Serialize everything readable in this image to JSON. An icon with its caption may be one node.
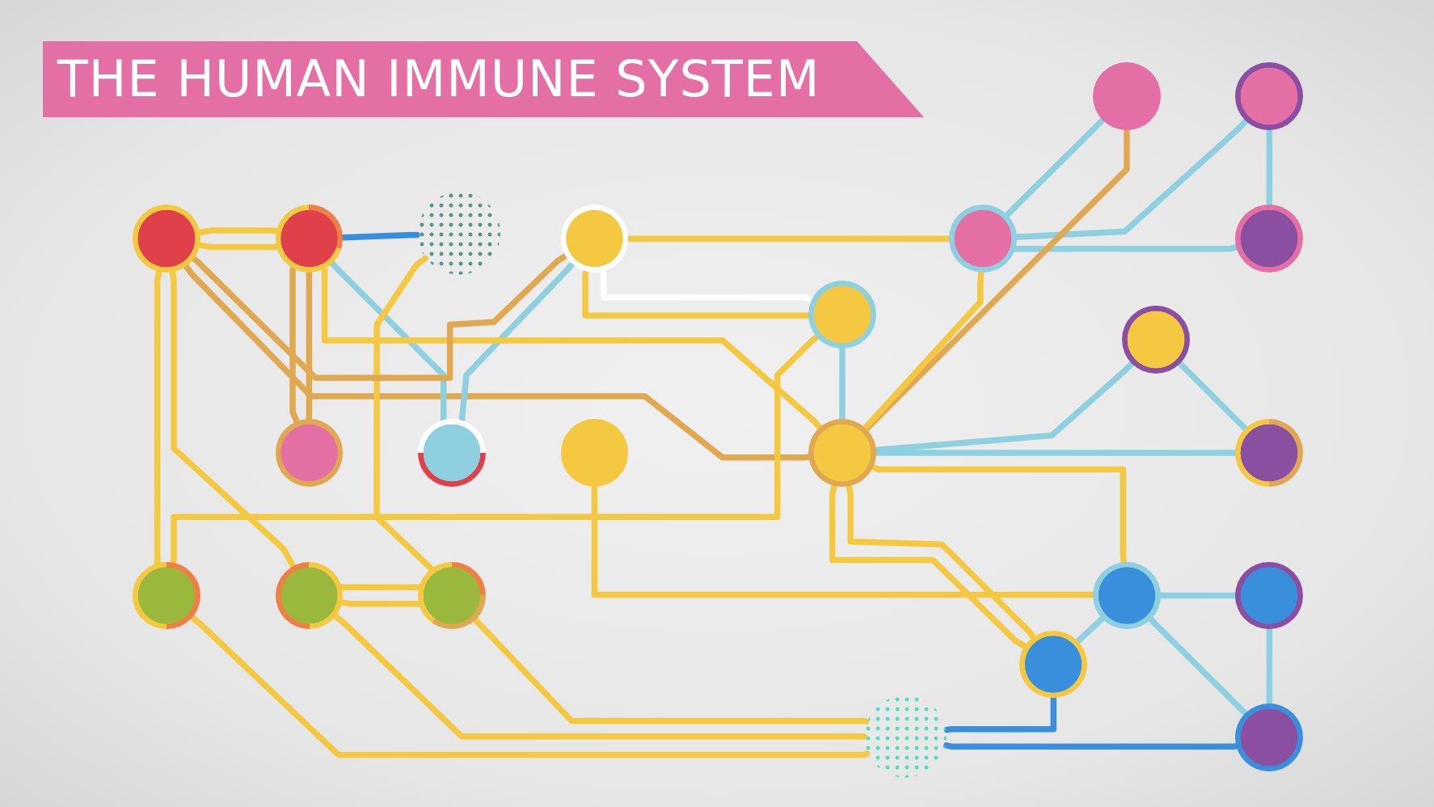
{
  "diagram": {
    "title": "THE HUMAN IMMUNE SYSTEM",
    "nodes": [
      {
        "text": [],
        "shape": "circle"
      },
      {
        "text": [],
        "shape": "circle"
      },
      {
        "text": [],
        "shape": "circle"
      },
      {
        "text": [],
        "shape": "circle"
      },
      {
        "text": [],
        "shape": "circle"
      },
      {
        "text": [],
        "shape": "circle"
      },
      {
        "text": [],
        "shape": "circle"
      },
      {
        "text": [],
        "shape": "circle"
      },
      {
        "text": [],
        "shape": "circle"
      },
      {
        "text": [],
        "shape": "circle"
      },
      {
        "text": [],
        "shape": "circle"
      },
      {
        "text": [],
        "shape": "circle"
      },
      {
        "text": [],
        "shape": "circle"
      },
      {
        "text": [],
        "shape": "circle"
      },
      {
        "text": [],
        "shape": "circle"
      },
      {
        "text": [],
        "shape": "circle"
      },
      {
        "text": [],
        "shape": "circle"
      },
      {
        "text": [],
        "shape": "circle"
      },
      {
        "text": [],
        "shape": "circle"
      },
      {
        "text": [],
        "shape": "circle"
      },
      {
        "text": [],
        "shape": "circle"
      },
      {
        "text": [],
        "shape": "circle"
      },
      {
        "text": [],
        "shape": "circle"
      }
    ],
    "edges": [
      {
        "from": 2,
        "to": 3,
        "arrow": "none"
      },
      {
        "from": 2,
        "to": 3,
        "arrow": "none"
      },
      {
        "from": 3,
        "to": 4,
        "arrow": "none",
        "color": "#3a8fdc"
      },
      {
        "from": 5,
        "to": 6,
        "arrow": "none"
      },
      {
        "from": 5,
        "to": 8,
        "arrow": "none",
        "color": "#ffffff"
      },
      {
        "from": 5,
        "to": 8,
        "arrow": "none"
      },
      {
        "from": 6,
        "to": 0,
        "arrow": "none",
        "color": "#8fd0e0"
      },
      {
        "from": 6,
        "to": 1,
        "arrow": "none",
        "color": "#8fd0e0"
      },
      {
        "from": 6,
        "to": 7,
        "arrow": "none",
        "color": "#8fd0e0"
      },
      {
        "from": 1,
        "to": 7,
        "arrow": "none",
        "color": "#8fd0e0"
      },
      {
        "from": 0,
        "to": 13,
        "arrow": "none",
        "color": "#e0a850"
      },
      {
        "from": 6,
        "to": 13,
        "arrow": "none"
      },
      {
        "from": 8,
        "to": 13,
        "arrow": "none",
        "color": "#8fd0e0"
      },
      {
        "from": 13,
        "to": 9,
        "arrow": "none",
        "color": "#8fd0e0"
      },
      {
        "from": 9,
        "to": 14,
        "arrow": "none",
        "color": "#8fd0e0"
      },
      {
        "from": 13,
        "to": 14,
        "arrow": "none",
        "color": "#8fd0e0"
      },
      {
        "from": 13,
        "to": 18,
        "arrow": "none"
      },
      {
        "from": 13,
        "to": 20,
        "arrow": "none"
      },
      {
        "from": 13,
        "to": 20,
        "arrow": "none"
      },
      {
        "from": 18,
        "to": 19,
        "arrow": "none",
        "color": "#8fd0e0"
      },
      {
        "from": 18,
        "to": 20,
        "arrow": "none",
        "color": "#8fd0e0"
      },
      {
        "from": 18,
        "to": 22,
        "arrow": "none",
        "color": "#8fd0e0"
      },
      {
        "from": 19,
        "to": 22,
        "arrow": "none",
        "color": "#8fd0e0"
      },
      {
        "from": 20,
        "to": 21,
        "arrow": "none",
        "color": "#3a8fdc"
      },
      {
        "from": 21,
        "to": 22,
        "arrow": "none",
        "color": "#3a8fdc"
      },
      {
        "from": 12,
        "to": 18,
        "arrow": "none"
      },
      {
        "from": 15,
        "to": 21,
        "arrow": "none"
      },
      {
        "from": 16,
        "to": 21,
        "arrow": "none"
      },
      {
        "from": 17,
        "to": 21,
        "arrow": "none"
      },
      {
        "from": 16,
        "to": 17,
        "arrow": "none"
      },
      {
        "from": 16,
        "to": 17,
        "arrow": "none"
      },
      {
        "from": 2,
        "to": 15,
        "arrow": "none"
      },
      {
        "from": 2,
        "to": 16,
        "arrow": "none"
      },
      {
        "from": 3,
        "to": 10,
        "arrow": "none",
        "color": "#e0a850"
      },
      {
        "from": 3,
        "to": 10,
        "arrow": "none",
        "color": "#e0a850"
      },
      {
        "from": 2,
        "to": 13,
        "arrow": "none",
        "color": "#e0a850"
      },
      {
        "from": 3,
        "to": 11,
        "arrow": "none",
        "color": "#8fd0e0"
      },
      {
        "from": 5,
        "to": 11,
        "arrow": "none",
        "color": "#8fd0e0"
      },
      {
        "from": 3,
        "to": 13,
        "arrow": "none"
      },
      {
        "from": 15,
        "to": 8,
        "arrow": "none"
      },
      {
        "from": 17,
        "to": 4,
        "arrow": "none"
      },
      {
        "from": 2,
        "to": 5,
        "arrow": "none",
        "color": "#e0a850"
      }
    ]
  }
}
